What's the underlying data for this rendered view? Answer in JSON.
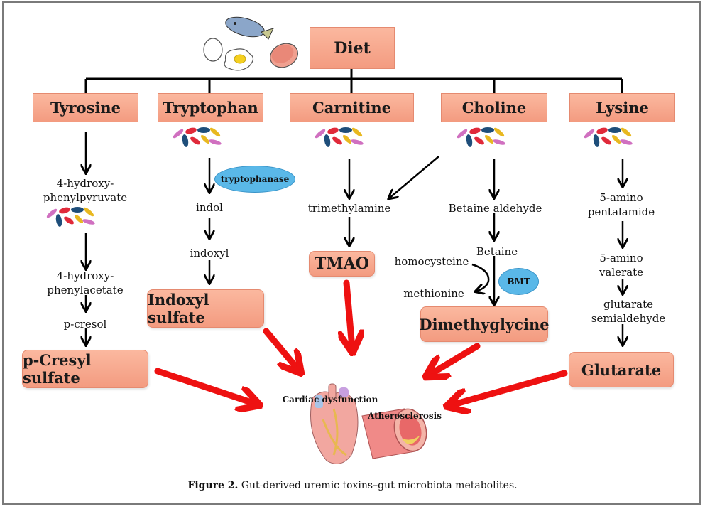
{
  "figure": {
    "caption_label": "Figure 2.",
    "caption_text": " Gut-derived uremic toxins–gut microbiota metabolites."
  },
  "root": {
    "label": "Diet",
    "icons": [
      "fish-icon",
      "egg-icon",
      "fried-egg-icon",
      "meat-icon"
    ]
  },
  "sources": [
    {
      "label": "Tyrosine"
    },
    {
      "label": "Tryptophan"
    },
    {
      "label": "Carnitine"
    },
    {
      "label": "Choline"
    },
    {
      "label": "Lysine"
    }
  ],
  "pathways": {
    "tyrosine": {
      "intermediates": [
        "4-hydroxy-\nphenylpyruvate",
        "4-hydroxy-\nphenylacetate",
        "p-cresol"
      ],
      "product": "p-Cresyl sulfate"
    },
    "tryptophan": {
      "enzyme": "tryptophanase",
      "intermediates": [
        "indol",
        "indoxyl"
      ],
      "product": "Indoxyl sulfate"
    },
    "carnitine": {
      "intermediates": [
        "trimethylamine"
      ],
      "product": "TMAO"
    },
    "choline": {
      "intermediates": [
        "Betaine aldehyde",
        "Betaine"
      ],
      "side_reaction": {
        "from": "homocysteine",
        "to": "methionine",
        "enzyme": "BMT"
      },
      "product": "Dimethyglycine"
    },
    "lysine": {
      "intermediates": [
        "5-amino\npentalamide",
        "5-amino\nvalerate",
        "glutarate\nsemialdehyde"
      ],
      "product": "Glutarate"
    }
  },
  "outcomes": [
    {
      "label": "Cardiac dysfunction",
      "icon": "heart-icon"
    },
    {
      "label": "Atherosclerosis",
      "icon": "artery-icon"
    }
  ],
  "colors": {
    "box_fill": "#f7a98f",
    "box_border": "#e58a70",
    "enzyme_fill": "#5ab8e8",
    "effect_arrow": "#ee1111",
    "flow_arrow": "#000000"
  }
}
